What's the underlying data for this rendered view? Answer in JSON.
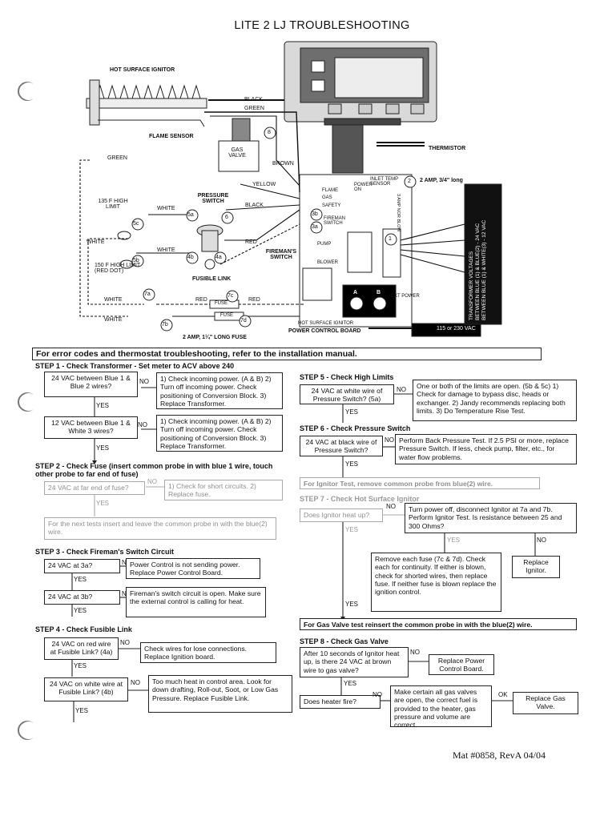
{
  "title": "LITE 2 LJ TROUBLESHOOTING",
  "footer": "Mat #0858, RevA  04/04",
  "diagram": {
    "hot_surface_ignitor": "HOT SURFACE IGNITOR",
    "flame_sensor": "FLAME SENSOR",
    "green": "GREEN",
    "black": "BLACK",
    "green2": "GREEN",
    "brown": "BROWN",
    "gas_valve": "GAS VALVE",
    "yellow": "YELLOW",
    "thermistor": "THERMISTOR",
    "inlet_temp_sensor": "INLET TEMP SENSOR",
    "power_on": "POWER ON",
    "two_amp_34": "2 AMP, 3/4\" long",
    "high_limit_135": "135  F HIGH LIMIT",
    "high_limit_150": "150  F HIGH LIMIT (RED DOT)",
    "white1": "WHITE",
    "white2": "WHITE",
    "white3": "WHITE",
    "white4": "WHITE",
    "white5": "WHITE",
    "pressure_switch": "PRESSURE SWITCH",
    "black2": "BLACK",
    "red1": "RED",
    "red2": "RED",
    "red3": "RED",
    "firemans_switch": "FIREMAN'S SWITCH",
    "fusible_link": "FUSIBLE LINK",
    "fuse1": "FUSE",
    "fuse2": "FUSE",
    "two_amp_fuse": "2 AMP, 1¼\" LONG FUSE",
    "hot_surface_ignitor2": "HOT SURFACE IGNITOR",
    "power_control_board": "POWER CONTROL BOARD",
    "flame": "FLAME",
    "gas": "GAS",
    "safety": "SAFETY",
    "fireman": "FIREMAN SWITCH",
    "pump": "PUMP",
    "blower": "BLOWER",
    "ext_power": "EXT POWER",
    "three_amp_nor": "3 AMP NOR BLOW",
    "v115": "115 or 230 VAC",
    "transformer_voltages": "TRANSFORMER VOLTAGES",
    "between_blue_1_2": "BETWEEN BLUE (1) & BLUE(2) - 24 VAC",
    "between_blue_1_white": "BETWEEN BLUE (1) & WHITE(3) - 12 VAC",
    "callouts": [
      "8",
      "5a",
      "6",
      "5c",
      "3b",
      "3a",
      "5b",
      "4b",
      "4a",
      "7a",
      "7c",
      "7b",
      "7d",
      "2",
      "1",
      "A",
      "B"
    ]
  },
  "error_banner": "For error codes and thermostat troubleshooting, refer to the installation manual.",
  "step1": {
    "title": "STEP 1 - Check Transformer - Set meter to ACV above 240",
    "q1": "24 VAC between Blue 1 & Blue 2 wires?",
    "q1_no": "1) Check incoming power. (A & B) 2) Turn off incoming power. Check positioning of Conversion Block. 3) Replace Transformer.",
    "q2": "12 VAC between Blue 1 & White 3 wires?",
    "q2_no": "1) Check incoming power. (A & B) 2) Turn off incoming power. Check positioning of Conversion Block. 3) Replace Transformer."
  },
  "step2": {
    "title": "STEP 2 - Check Fuse (insert common probe in with blue 1 wire, touch other probe to far end of fuse)",
    "q": "24 VAC at far end of fuse?",
    "no": "1) Check for short circuits. 2) Replace fuse.",
    "note": "For the next tests insert and leave the common probe in with the blue(2) wire."
  },
  "step3": {
    "title": "STEP 3 - Check Fireman's Switch Circuit",
    "q1": "24 VAC at 3a?",
    "q1_no": "Power Control is not sending power. Replace Power Control Board.",
    "q2": "24 VAC at 3b?",
    "q2_no": "Fireman's switch circuit is open. Make sure the external control is calling for heat."
  },
  "step4": {
    "title": "STEP 4 - Check Fusible Link",
    "q1": "24 VAC on red wire at Fusible Link? (4a)",
    "q1_no": "Check wires for lose connections. Replace Ignition board.",
    "q2": "24 VAC on white wire at Fusible Link? (4b)",
    "q2_no": "Too much heat in control area. Look for down drafting, Roll-out, Soot, or Low Gas Pressure. Replace Fusible Link."
  },
  "step5": {
    "title": "STEP 5 - Check High Limits",
    "q": "24 VAC at white wire of Pressure Switch? (5a)",
    "no": "One or both of the limits are open.  (5b & 5c) 1) Check for damage to bypass disc, heads or exchanger. 2) Jandy recommends replacing both limits. 3) Do Temperature Rise Test."
  },
  "step6": {
    "title": "STEP 6 - Check Pressure Switch",
    "q": "24 VAC at black wire of Pressure Switch?",
    "no": "Perform Back Pressure Test. If 2.5 PSI or more, replace Pressure Switch. If less, check pump, filter, etc., for water flow problems.",
    "note": "For Ignitor Test, remove common probe from blue(2) wire."
  },
  "step7": {
    "title": "STEP 7 - Check Hot Surface Ignitor",
    "q": "Does Ignitor heat up?",
    "no": "Turn power off, disconnect Ignitor at 7a and 7b. Perform Ignitor Test. Is resistance between 25 and 300 Ohms?",
    "yes_box": "Remove each fuse (7c & 7d). Check each for continuity. If either is blown, check for shorted wires, then replace fuse. If neither fuse is blown replace the ignition control.",
    "no_box": "Replace Ignitor.",
    "gas_note": "For Gas Valve test reinsert the common probe in with the blue(2) wire."
  },
  "step8": {
    "title": "STEP 8 - Check Gas Valve",
    "q1": "After 10 seconds of Ignitor heat up, is there 24 VAC at brown wire to gas valve?",
    "q1_no": "Replace Power Control Board.",
    "q2": "Does heater fire?",
    "q2_no": "Make certain all gas valves are open, the correct fuel is provided to the heater, gas pressure and volume are correct.",
    "q2_ok": "Replace Gas Valve."
  },
  "labels": {
    "yes": "YES",
    "no": "NO",
    "ok": "OK"
  }
}
